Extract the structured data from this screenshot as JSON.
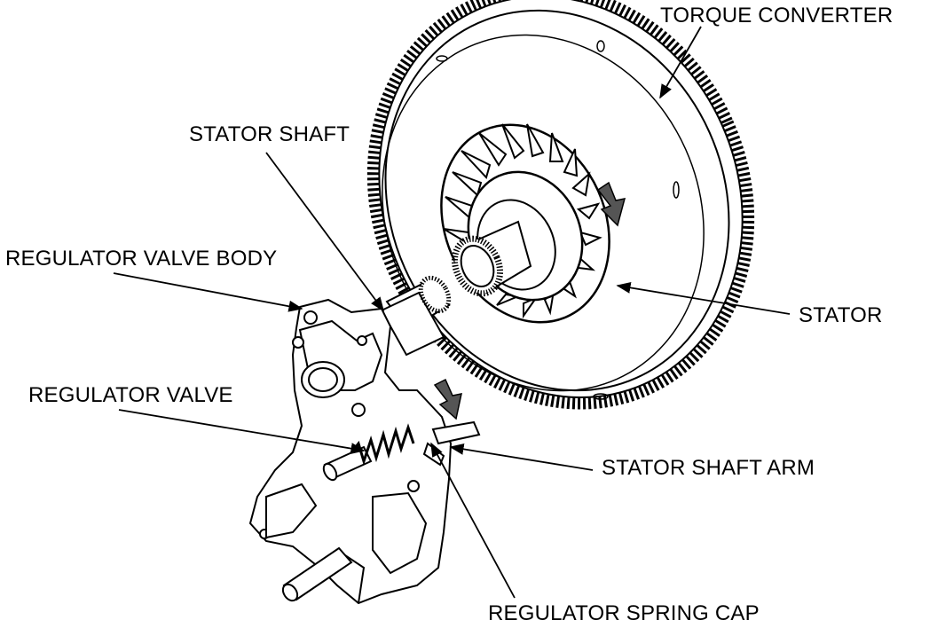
{
  "labels": {
    "torque_converter": "TORQUE CONVERTER",
    "stator_shaft": "STATOR SHAFT",
    "regulator_valve_body": "REGULATOR VALVE BODY",
    "stator": "STATOR",
    "regulator_valve": "REGULATOR VALVE",
    "stator_shaft_arm": "STATOR SHAFT ARM",
    "regulator_spring_cap": "REGULATOR SPRING CAP"
  },
  "colors": {
    "line": "#000000",
    "background": "#ffffff",
    "arrow_fill": "#555555"
  }
}
